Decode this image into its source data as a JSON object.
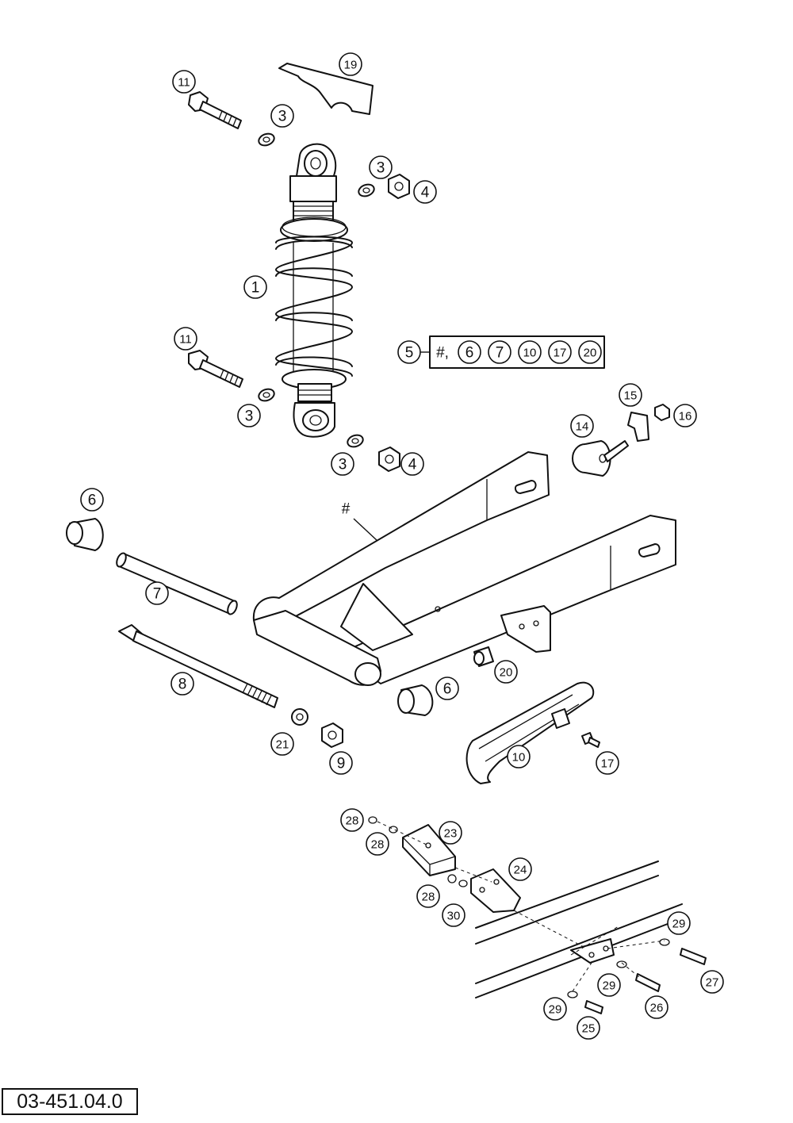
{
  "diagram": {
    "drawing_code": "03-451.04.0",
    "kit_box": {
      "main_number": "5",
      "hash_label": "#,",
      "members": [
        "6",
        "7",
        "10",
        "17",
        "20"
      ]
    },
    "hash_marker": "#",
    "callouts": [
      {
        "id": "c19",
        "label": "19"
      },
      {
        "id": "c11a",
        "label": "11"
      },
      {
        "id": "c3a",
        "label": "3"
      },
      {
        "id": "c3b",
        "label": "3"
      },
      {
        "id": "c4a",
        "label": "4"
      },
      {
        "id": "c1",
        "label": "1"
      },
      {
        "id": "c11b",
        "label": "11"
      },
      {
        "id": "c3c",
        "label": "3"
      },
      {
        "id": "c3d",
        "label": "3"
      },
      {
        "id": "c4b",
        "label": "4"
      },
      {
        "id": "c15",
        "label": "15"
      },
      {
        "id": "c16",
        "label": "16"
      },
      {
        "id": "c14",
        "label": "14"
      },
      {
        "id": "c6a",
        "label": "6"
      },
      {
        "id": "c7",
        "label": "7"
      },
      {
        "id": "c8",
        "label": "8"
      },
      {
        "id": "c20",
        "label": "20"
      },
      {
        "id": "c6b",
        "label": "6"
      },
      {
        "id": "c21",
        "label": "21"
      },
      {
        "id": "c9",
        "label": "9"
      },
      {
        "id": "c10",
        "label": "10"
      },
      {
        "id": "c17",
        "label": "17"
      },
      {
        "id": "c28a",
        "label": "28"
      },
      {
        "id": "c28b",
        "label": "28"
      },
      {
        "id": "c23",
        "label": "23"
      },
      {
        "id": "c24",
        "label": "24"
      },
      {
        "id": "c28c",
        "label": "28"
      },
      {
        "id": "c30",
        "label": "30"
      },
      {
        "id": "c29a",
        "label": "29"
      },
      {
        "id": "c29b",
        "label": "29"
      },
      {
        "id": "c27",
        "label": "27"
      },
      {
        "id": "c26",
        "label": "26"
      },
      {
        "id": "c29c",
        "label": "29"
      },
      {
        "id": "c25",
        "label": "25"
      }
    ]
  }
}
